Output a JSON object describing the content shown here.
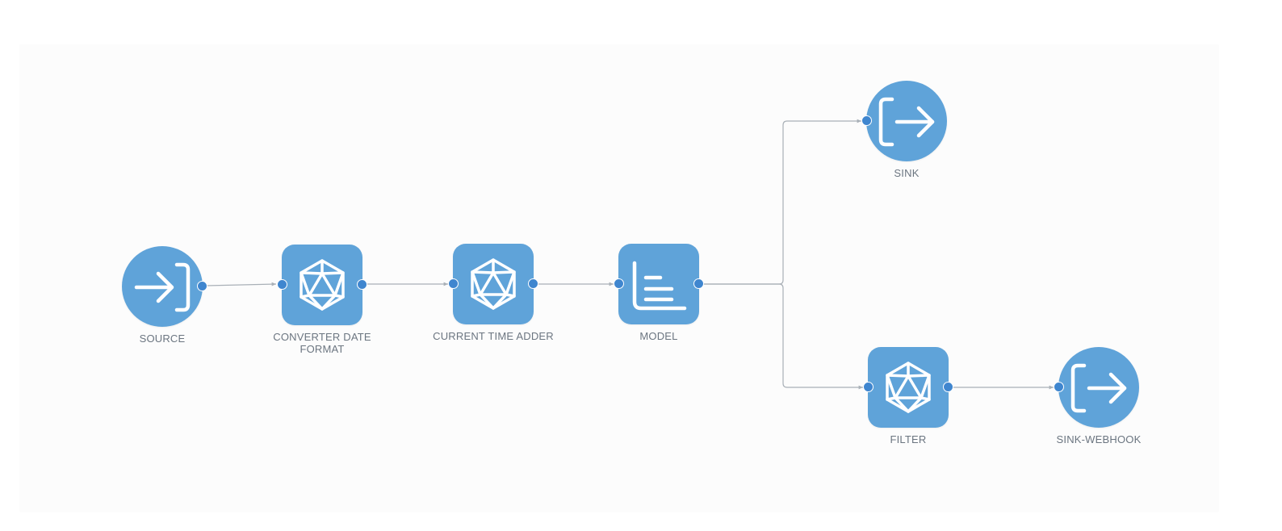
{
  "pipeline": {
    "nodes": {
      "source": {
        "label": "SOURCE",
        "icon": "source-arrow-in-icon"
      },
      "converter_date_format": {
        "label": "CONVERTER DATE FORMAT",
        "icon": "icosahedron-icon"
      },
      "current_time_adder": {
        "label": "CURRENT TIME ADDER",
        "icon": "icosahedron-icon"
      },
      "model": {
        "label": "MODEL",
        "icon": "model-chart-icon"
      },
      "sink": {
        "label": "SINK",
        "icon": "sink-arrow-out-icon"
      },
      "filter": {
        "label": "FILTER",
        "icon": "icosahedron-icon"
      },
      "sink_webhook": {
        "label": "SINK-WEBHOOK",
        "icon": "sink-arrow-out-icon"
      }
    },
    "edges": [
      [
        "source",
        "converter_date_format"
      ],
      [
        "converter_date_format",
        "current_time_adder"
      ],
      [
        "current_time_adder",
        "model"
      ],
      [
        "model",
        "sink"
      ],
      [
        "model",
        "filter"
      ],
      [
        "filter",
        "sink_webhook"
      ]
    ],
    "colors": {
      "node_fill": "#5fa3d9",
      "port_fill": "#3f86cf",
      "wire": "#a9b0b7",
      "label": "#6b7580"
    }
  }
}
